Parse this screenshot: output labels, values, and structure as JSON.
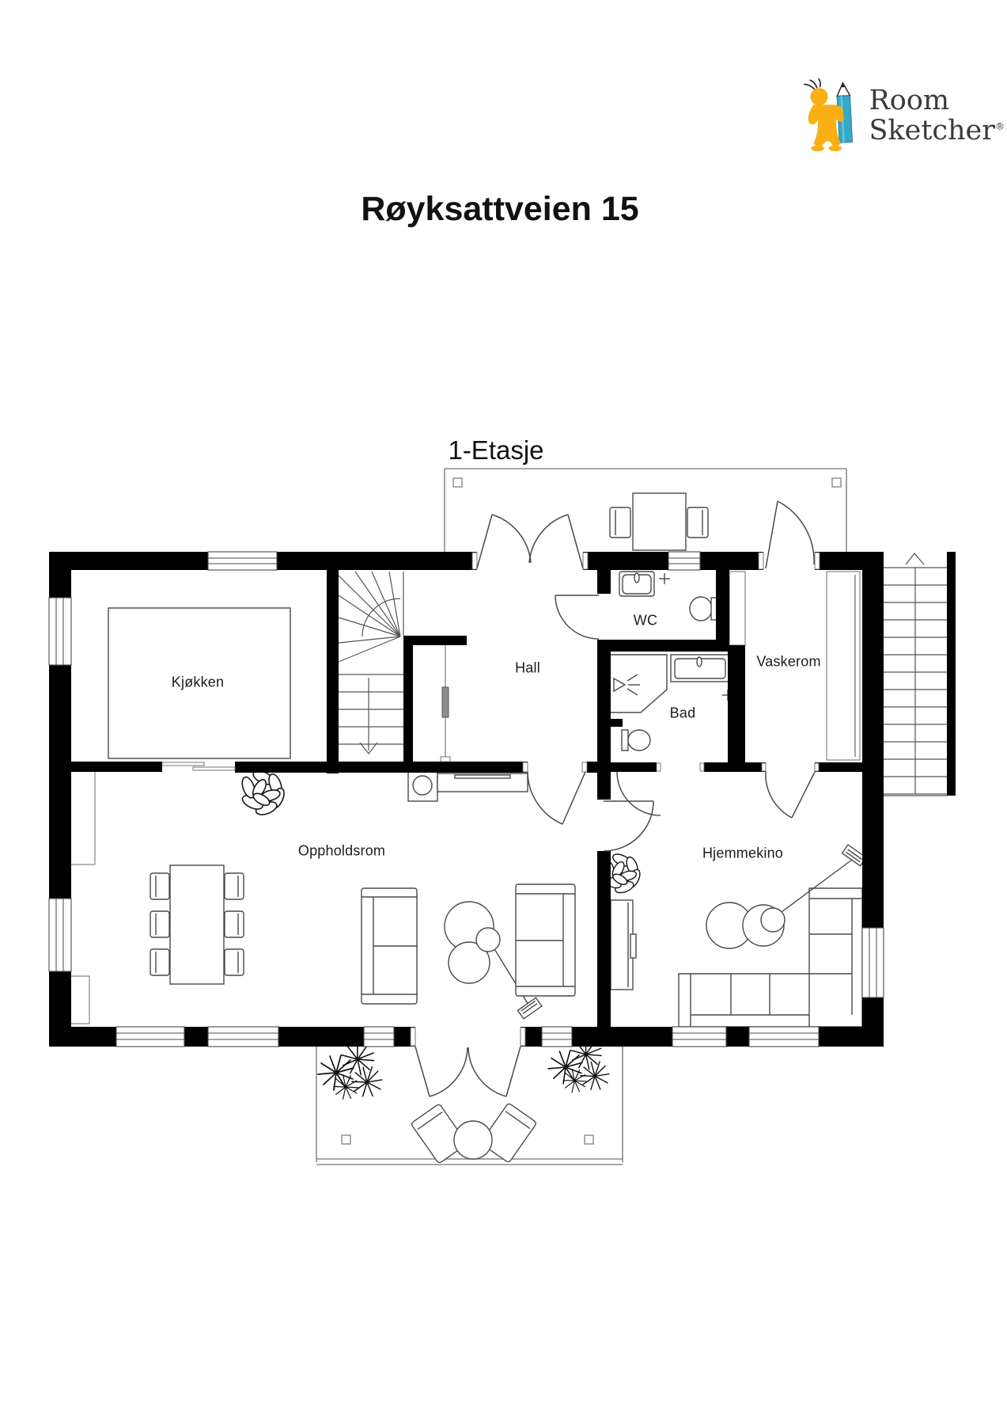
{
  "header": {
    "logo": {
      "line1": "Room",
      "line2": "Sketcher",
      "registered": "®"
    }
  },
  "title": "Røyksattveien 15",
  "floor": {
    "label": "1-Etasje"
  },
  "rooms": [
    {
      "id": "kjokken",
      "name": "Kjøkken"
    },
    {
      "id": "hall",
      "name": "Hall"
    },
    {
      "id": "wc",
      "name": "WC"
    },
    {
      "id": "vaskerom",
      "name": "Vaskerom"
    },
    {
      "id": "bad",
      "name": "Bad"
    },
    {
      "id": "oppholdsrom",
      "name": "Oppholdsrom"
    },
    {
      "id": "hjemmekino",
      "name": "Hjemmekino"
    }
  ],
  "icons": {
    "plant": "plant-icon",
    "stairs_down_arrow": "arrow-down-icon",
    "stairs_up_arrow": "arrow-up-icon",
    "shower": "shower-icon",
    "toilet": "toilet-icon",
    "sink": "sink-icon",
    "mascot": "roomsketcher-mascot-icon"
  },
  "colors": {
    "wall": "#000000",
    "furniture_line": "#4a4a4a",
    "terrace_line": "#8a8a8a",
    "logo_yellow": "#F9AF15",
    "logo_teal": "#37A9C8",
    "logo_text": "#3a3a39"
  }
}
